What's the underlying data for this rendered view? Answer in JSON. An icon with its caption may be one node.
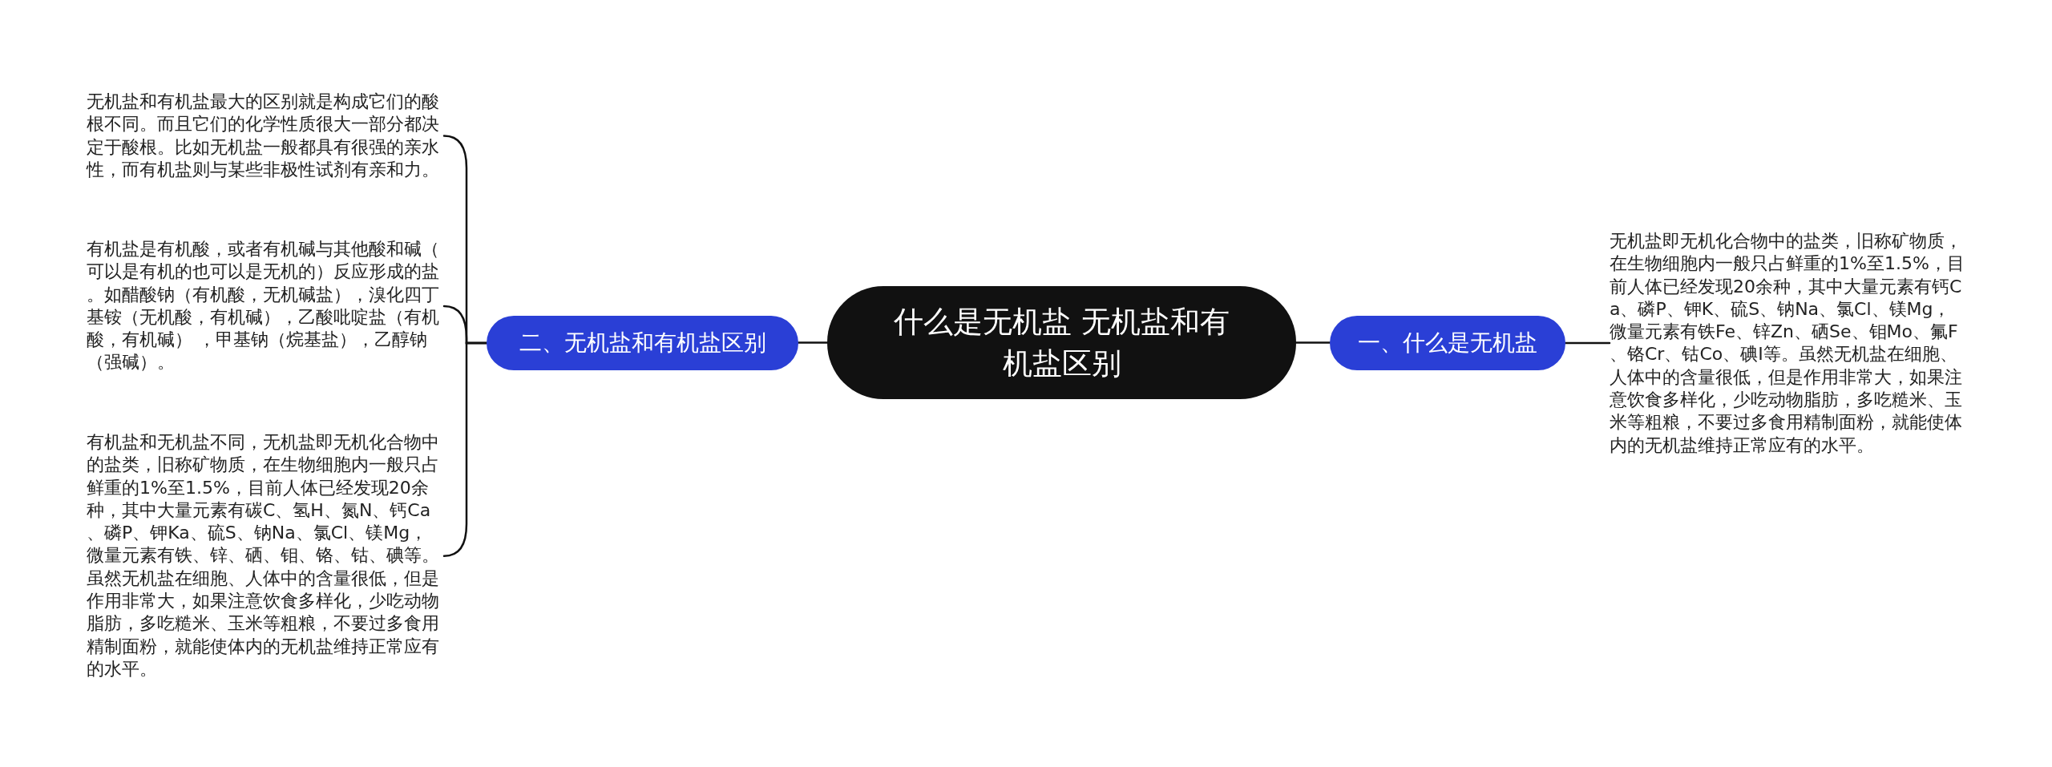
{
  "diagram": {
    "nodes": [
      {
        "text": [
          "什么是无机盐 无机盐和有机盐区别"
        ]
      },
      {
        "text": [
          "一、什么是无机盐"
        ]
      },
      {
        "text": [
          "无机盐即无机化合物中的盐类，旧称矿物质，在生物细胞内一般只占鲜重的1%至1.5%，目前人体已经发现20余种，其中大量元素有钙Ca、磷P、钾K、硫S、钠Na、氯Cl、镁Mg，微量元素有铁Fe、锌Zn、硒Se、钼Mo、氟F、铬Cr、钴Co、碘I等。虽然无机盐在细胞、人体中的含量很低，但是作用非常大，如果注意饮食多样化，少吃动物脂肪，多吃糙米、玉米等粗粮，不要过多食用精制面粉，就能使体内的无机盐维持正常应有的水平。"
        ]
      },
      {
        "text": [
          "二、无机盐和有机盐区别"
        ]
      },
      {
        "text": [
          "无机盐和有机盐最大的区别就是构成它们的酸根不同。而且它们的化学性质很大一部分都决定于酸根。比如无机盐一般都具有很强的亲水性，而有机盐则与某些非极性试剂有亲和力。"
        ]
      },
      {
        "text": [
          "有机盐是有机酸，或者有机碱与其他酸和碱（可以是有机的也可以是无机的）反应形成的盐。如醋酸钠（有机酸，无机碱盐），溴化四丁基铵（无机酸，有机碱），乙酸吡啶盐（有机酸，有机碱） ，甲基钠（烷基盐），乙醇钠（强碱）。"
        ]
      },
      {
        "text": [
          "有机盐和无机盐不同，无机盐即无机化合物中的盐类，旧称矿物质，在生物细胞内一般只占鲜重的1%至1.5%，目前人体已经发现20余种，其中大量元素有碳C、氢H、氮N、钙Ca、磷P、钾Ka、硫S、钠Na、氯Cl、镁Mg，微量元素有铁、锌、硒、钼、铬、钴、碘等。虽然无机盐在细胞、人体中的含量很低，但是作用非常大，如果注意饮食多样化，少吃动物脂肪，多吃糙米、玉米等粗粮，不要过多食用精制面粉，就能使体内的无机盐维持正常应有的水平。"
        ]
      }
    ],
    "edges": [
      {
        "from": 0,
        "to": 1,
        "arrow": "none"
      },
      {
        "from": 1,
        "to": 2,
        "arrow": "none"
      },
      {
        "from": 0,
        "to": 3,
        "arrow": "none"
      },
      {
        "from": 3,
        "to": 4,
        "arrow": "none"
      },
      {
        "from": 3,
        "to": 5,
        "arrow": "none"
      },
      {
        "from": 3,
        "to": 6,
        "arrow": "none"
      }
    ]
  }
}
